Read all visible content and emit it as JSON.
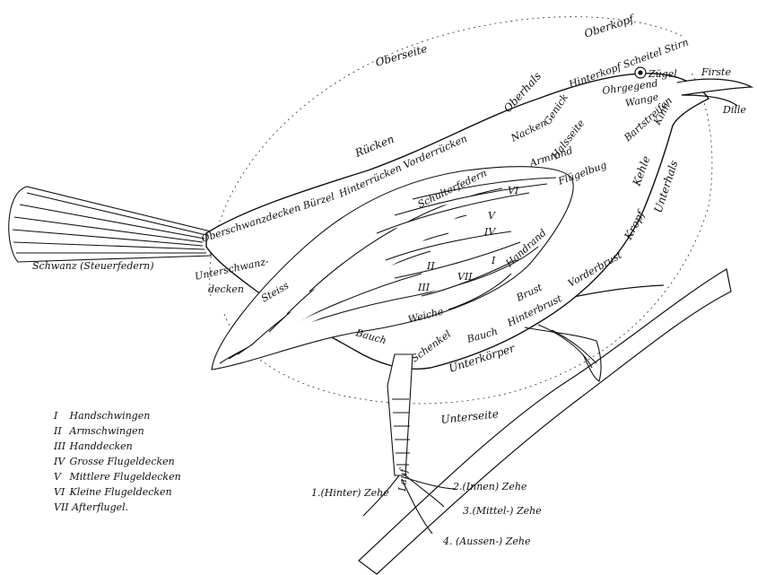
{
  "regions": {
    "oberseite": "Oberseite",
    "oberkopf": "Oberkopf",
    "oberhals": "Oberhals",
    "ruecken": "Rücken",
    "unterseite": "Unterseite",
    "unterkoerper": "Unterkörper",
    "unterhals": "Unterhals"
  },
  "labels": {
    "hinterkopf_scheitel_stirn": "Hinterkopf Scheitel Stirn",
    "firste": "Firste",
    "dille": "Dille",
    "zuegel": "Zügel",
    "ohrgegend": "Ohrgegend",
    "wange": "Wange",
    "bartstreifen": "Bartstreifen",
    "kinn": "Kinn",
    "kehle": "Kehle",
    "kropf": "Kropf",
    "genick": "Genick",
    "nacken": "Nacken",
    "vorderruecken": "Hinterrücken Vorderrücken",
    "halsseite": "Halsseite",
    "armrand": "Armrand",
    "fluegelbug": "Flügelbug",
    "schulterfedern": "Schulterfedern",
    "oberschwanzdecken_buerzel": "Oberschwanzdecken Bürzel",
    "schwanz": "Schwanz (Steuerfedern)",
    "unterschwanzdecken_1": "Unterschwanz-",
    "unterschwanzdecken_2": "decken",
    "steiss": "Steiss",
    "handrand": "Handrand",
    "brust": "Brust",
    "vorderbrust": "Vorderbrust",
    "hinterbrust": "Hinterbrust",
    "weiche": "Weiche",
    "bauch_wing": "Bauch",
    "bauch": "Bauch",
    "schenkel": "Schenkel",
    "lauf": "Lauf",
    "zehe_1": "1.(Hinter) Zehe",
    "zehe_2": "2.(Innen) Zehe",
    "zehe_3": "3.(Mittel-) Zehe",
    "zehe_4": "4. (Aussen-) Zehe"
  },
  "roman": {
    "i": "I",
    "ii": "II",
    "iii": "III",
    "iv": "IV",
    "v": "V",
    "vi": "VI",
    "vii": "VII"
  },
  "legend": [
    {
      "num": "I",
      "text": "Handschwingen"
    },
    {
      "num": "II",
      "text": "Armschwingen"
    },
    {
      "num": "III",
      "text": "Handdecken"
    },
    {
      "num": "IV",
      "text": "Grosse Flugeldecken"
    },
    {
      "num": "V",
      "text": "Mittlere Flugeldecken"
    },
    {
      "num": "VI",
      "text": "Kleine Flugeldecken"
    },
    {
      "num": "VII",
      "text": "Afterflugel."
    }
  ]
}
